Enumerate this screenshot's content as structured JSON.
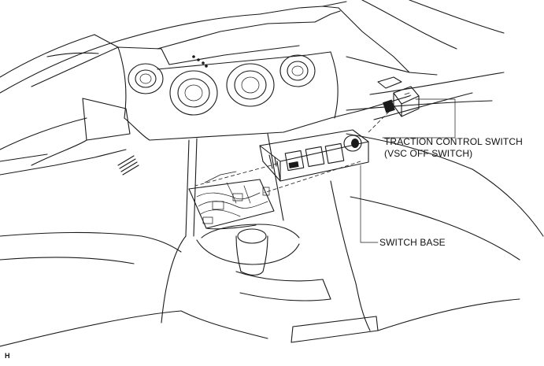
{
  "labels": {
    "traction_control_switch_line1": "TRACTION CONTROL SWITCH",
    "traction_control_switch_line2": "(VSC OFF SWITCH)",
    "switch_base": "SWITCH BASE",
    "figure_code": "H"
  },
  "icons": [
    "traction-control-switch-icon",
    "switch-base-icon",
    "instrument-panel-icon",
    "air-vent-icon",
    "shift-lever-icon"
  ]
}
